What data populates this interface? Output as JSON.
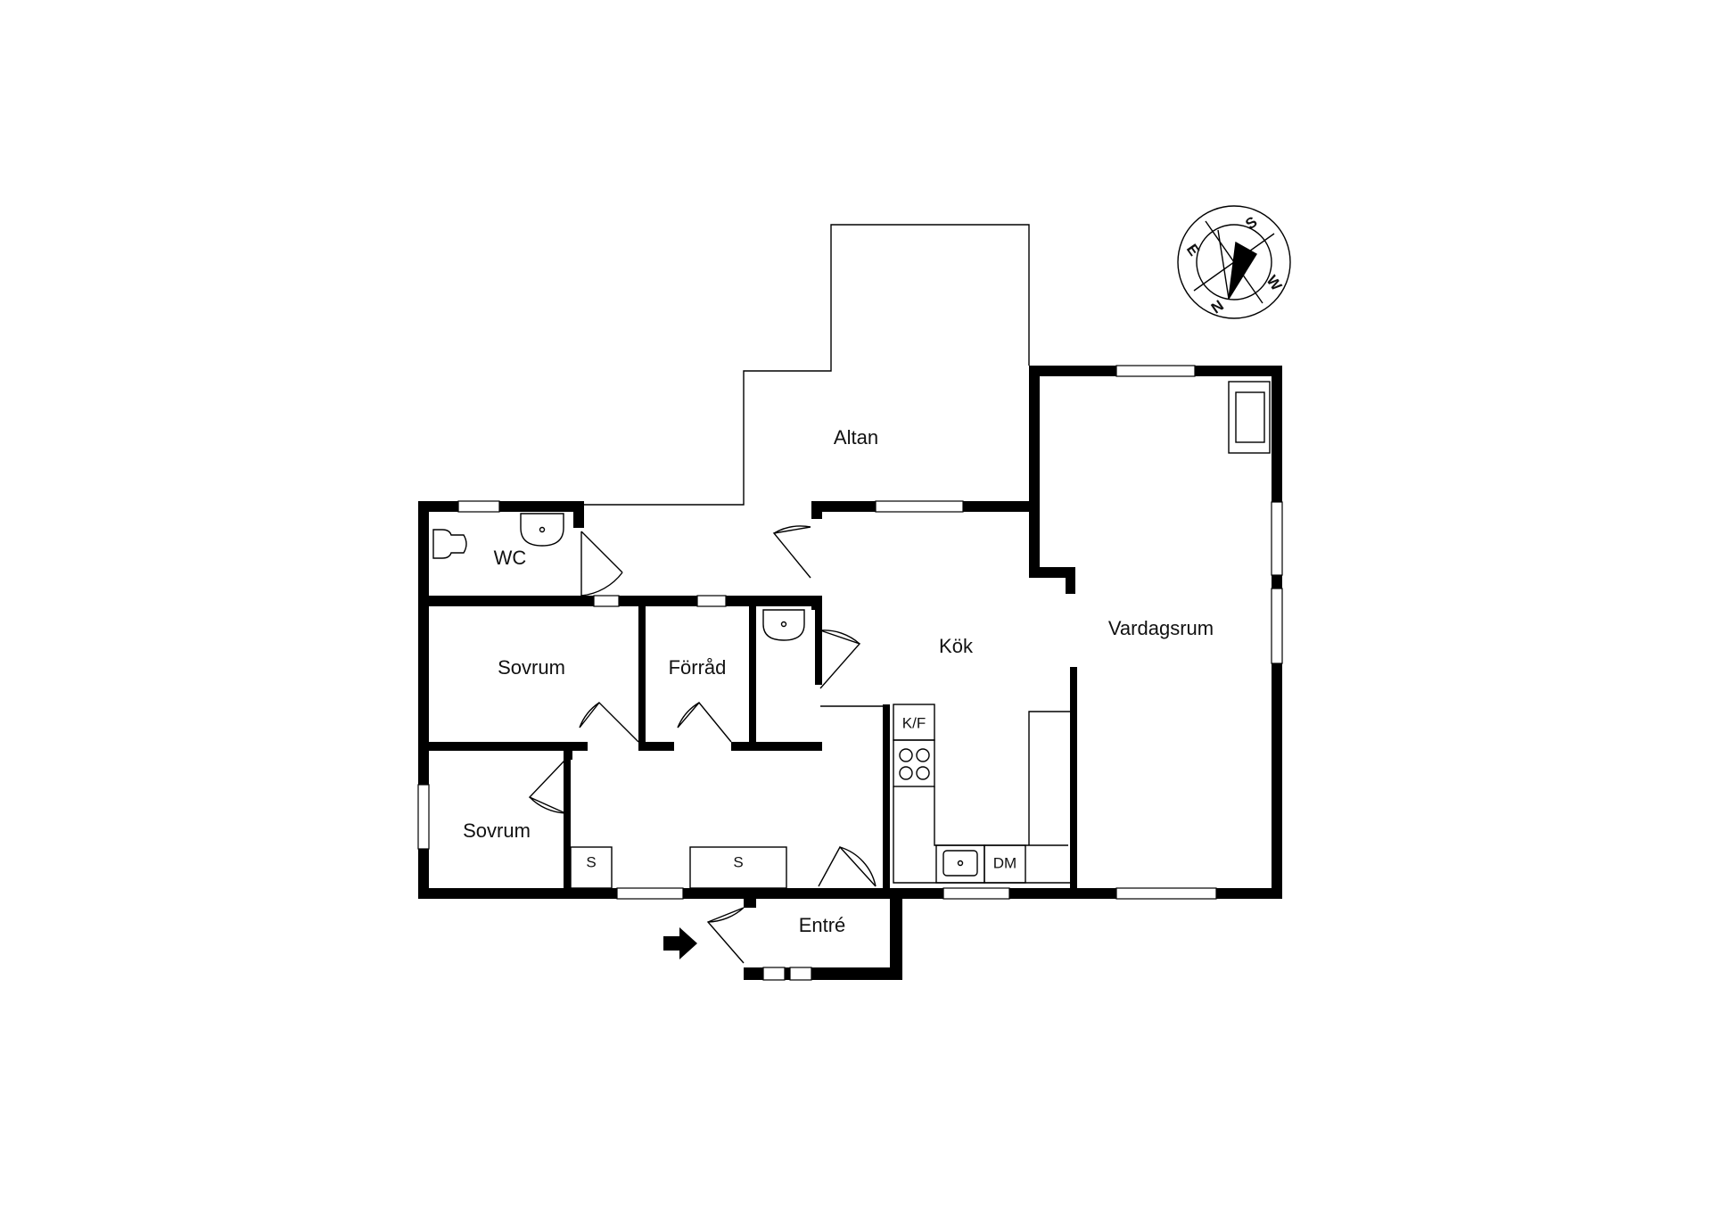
{
  "rooms": {
    "altan": "Altan",
    "wc": "WC",
    "sovrum_top": "Sovrum",
    "forrad": "Förråd",
    "kok": "Kök",
    "vardagsrum": "Vardagsrum",
    "sovrum_bottom": "Sovrum",
    "entre": "Entré"
  },
  "fixtures": {
    "kf": "K/F",
    "dm": "DM",
    "storage_small": "S",
    "storage_large": "S"
  },
  "compass": {
    "north": "N",
    "south": "S",
    "east": "E",
    "west": "W"
  }
}
